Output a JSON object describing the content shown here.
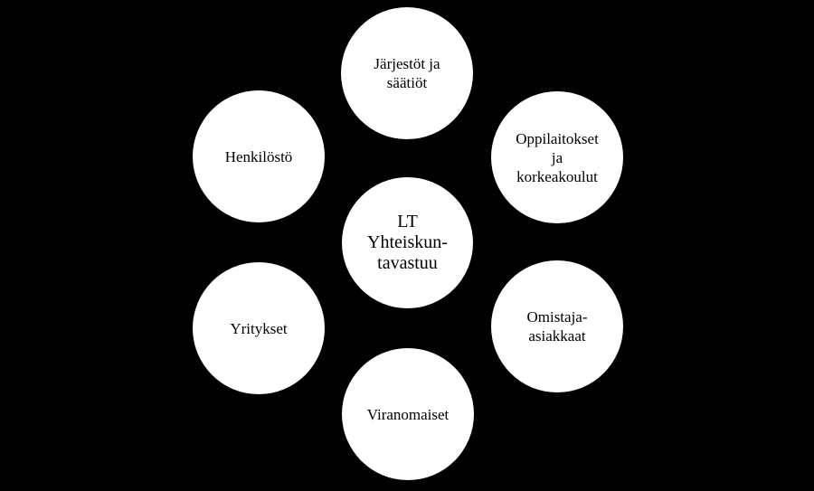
{
  "diagram": {
    "center": {
      "label": "LT\nYhteiskun-\ntavastuu"
    },
    "nodes": [
      {
        "id": "top",
        "label": "Järjestöt ja\nsäätiöt"
      },
      {
        "id": "top-right",
        "label": "Oppilaitokset\nja\nkorkeakoulut"
      },
      {
        "id": "bottom-right",
        "label": "Omistaja-\nasiakkaat"
      },
      {
        "id": "bottom",
        "label": "Viranomaiset"
      },
      {
        "id": "bottom-left",
        "label": "Yritykset"
      },
      {
        "id": "top-left",
        "label": "Henkilöstö"
      }
    ]
  },
  "colors": {
    "background": "#000000",
    "circle_fill": "#ffffff",
    "text": "#000000"
  }
}
